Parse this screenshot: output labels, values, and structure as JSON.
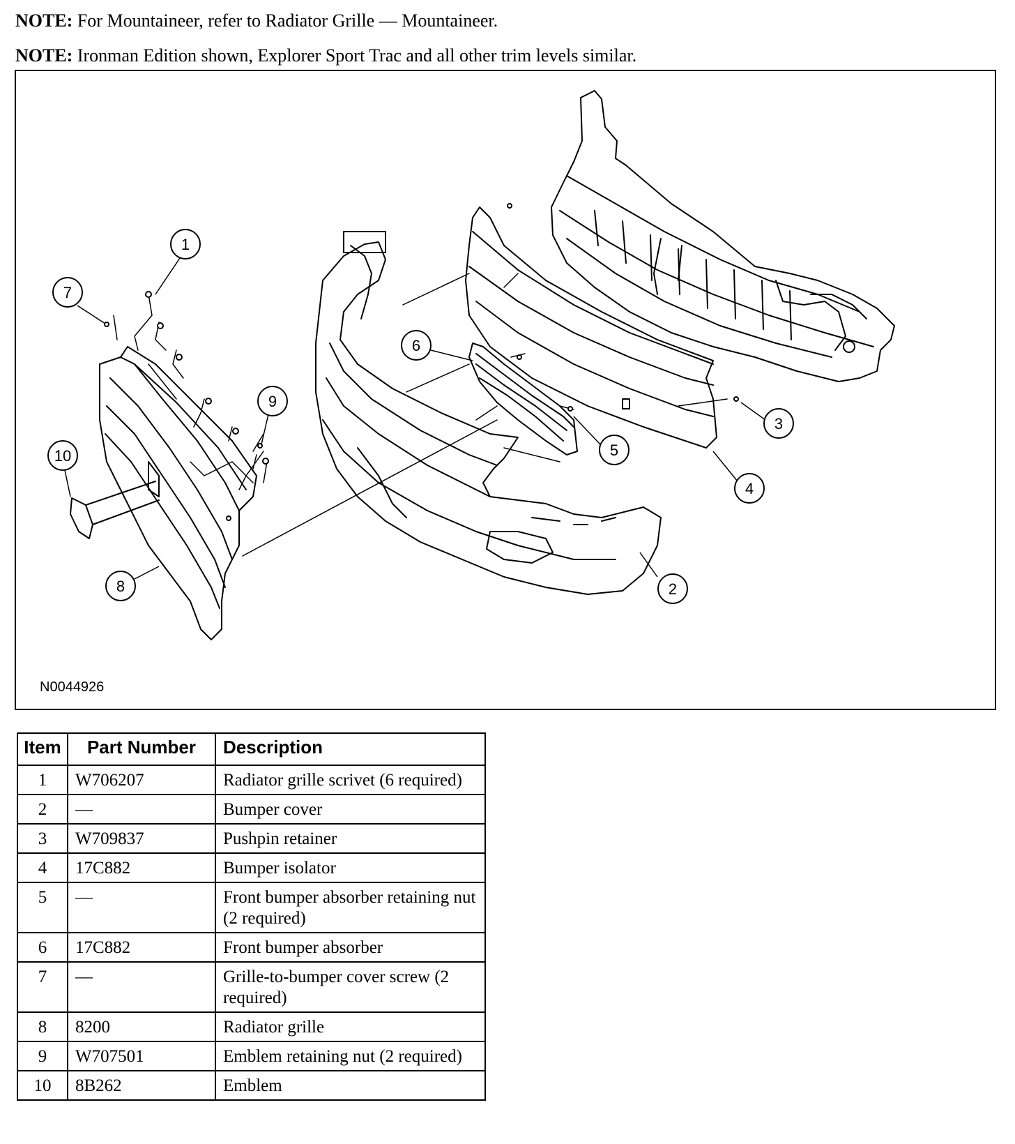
{
  "notes": [
    {
      "label": "NOTE:",
      "text": " For Mountaineer, refer to Radiator Grille — Mountaineer."
    },
    {
      "label": "NOTE:",
      "text": " Ironman Edition shown, Explorer Sport Trac and all other trim levels similar."
    }
  ],
  "figure": {
    "id": "N0044926",
    "callouts": [
      "1",
      "2",
      "3",
      "4",
      "5",
      "6",
      "7",
      "8",
      "9",
      "10"
    ]
  },
  "table": {
    "headers": {
      "item": "Item",
      "part_number": "Part Number",
      "description": "Description"
    },
    "rows": [
      {
        "item": "1",
        "part_number": "W706207",
        "description": "Radiator grille scrivet (6 required)"
      },
      {
        "item": "2",
        "part_number": "—",
        "description": "Bumper cover"
      },
      {
        "item": "3",
        "part_number": "W709837",
        "description": "Pushpin retainer"
      },
      {
        "item": "4",
        "part_number": "17C882",
        "description": "Bumper isolator"
      },
      {
        "item": "5",
        "part_number": "—",
        "description": "Front bumper absorber retaining nut (2 required)"
      },
      {
        "item": "6",
        "part_number": "17C882",
        "description": "Front bumper absorber"
      },
      {
        "item": "7",
        "part_number": "—",
        "description": "Grille-to-bumper cover screw (2 required)"
      },
      {
        "item": "8",
        "part_number": "8200",
        "description": "Radiator grille"
      },
      {
        "item": "9",
        "part_number": "W707501",
        "description": "Emblem retaining nut (2 required)"
      },
      {
        "item": "10",
        "part_number": "8B262",
        "description": "Emblem"
      }
    ]
  }
}
